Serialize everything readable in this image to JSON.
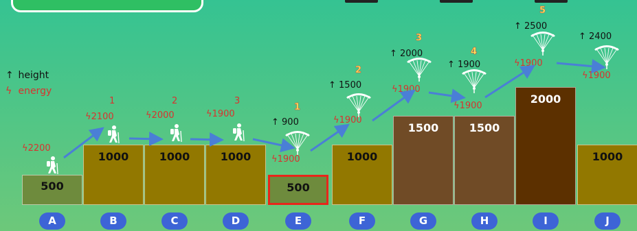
{
  "legend": {
    "height": "height",
    "energy": "energy",
    "height_symbol": "↑",
    "energy_symbol": "ϟ"
  },
  "colors": {
    "background": "#4cc585",
    "block_500": "#6e8b3d",
    "block_1000": "#927800",
    "block_1500": "#704b26",
    "block_2000": "#5c3000",
    "arrow": "#4a7fd6",
    "energy_text": "#d8332e",
    "column_badge": "#3d64d6",
    "highlight_border": "#e8261b"
  },
  "icons": {
    "walk": "hiker-icon",
    "fly": "paraglider-icon"
  },
  "columns": [
    {
      "label": "A",
      "block": "500",
      "energy": "2200",
      "height": "",
      "step": "",
      "mover": "walk",
      "highlight": false
    },
    {
      "label": "B",
      "block": "1000",
      "energy": "2100",
      "height": "",
      "step": "1",
      "mover": "walk",
      "highlight": false
    },
    {
      "label": "C",
      "block": "1000",
      "energy": "2000",
      "height": "",
      "step": "2",
      "mover": "walk",
      "highlight": false
    },
    {
      "label": "D",
      "block": "1000",
      "energy": "1900",
      "height": "",
      "step": "3",
      "mover": "walk",
      "highlight": false
    },
    {
      "label": "E",
      "block": "500",
      "energy": "1900",
      "height": "900",
      "step": "1",
      "mover": "fly",
      "highlight": true
    },
    {
      "label": "F",
      "block": "1000",
      "energy": "1900",
      "height": "1500",
      "step": "2",
      "mover": "fly",
      "highlight": false
    },
    {
      "label": "G",
      "block": "1500",
      "energy": "1900",
      "height": "2000",
      "step": "3",
      "mover": "fly",
      "highlight": false
    },
    {
      "label": "H",
      "block": "1500",
      "energy": "1900",
      "height": "1900",
      "step": "4",
      "mover": "fly",
      "highlight": false
    },
    {
      "label": "I",
      "block": "2000",
      "energy": "1900",
      "height": "2500",
      "step": "5",
      "mover": "fly",
      "highlight": false
    },
    {
      "label": "J",
      "block": "1000",
      "energy": "1900",
      "height": "2400",
      "step": "",
      "mover": "fly",
      "highlight": false
    }
  ]
}
